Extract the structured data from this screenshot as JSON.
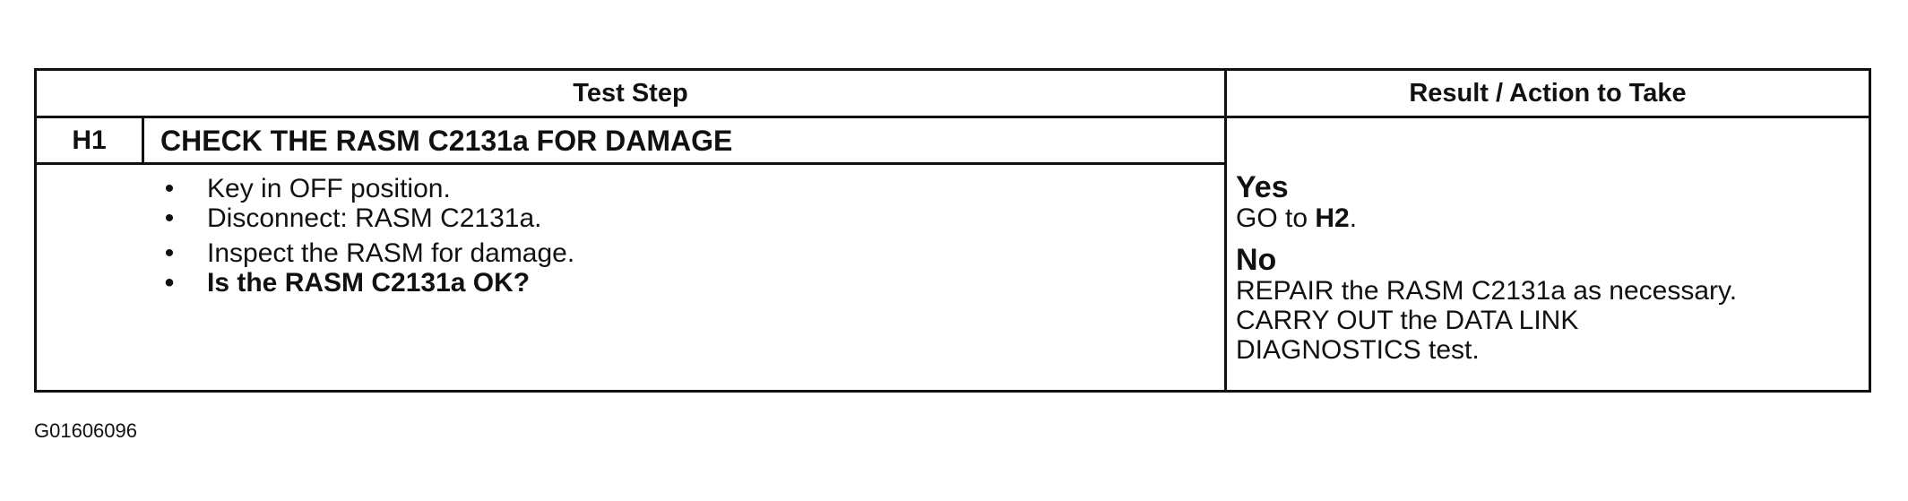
{
  "table": {
    "headers": {
      "test_step": "Test Step",
      "result_action": "Result / Action to Take"
    },
    "step": {
      "id": "H1",
      "title": "CHECK THE RASM C2131a FOR DAMAGE",
      "bullets": [
        "Key in OFF position.",
        "Disconnect: RASM C2131a.",
        "Inspect the RASM for damage.",
        "Is the RASM C2131a OK?"
      ]
    },
    "results": {
      "yes": {
        "label": "Yes",
        "action_prefix": "GO to ",
        "action_ref": "H2",
        "action_suffix": "."
      },
      "no": {
        "label": "No",
        "lines": [
          "REPAIR the RASM C2131a as necessary.",
          "CARRY OUT the DATA LINK",
          "DIAGNOSTICS test."
        ]
      }
    }
  },
  "figure_id": "G01606096",
  "bullet_glyph": "•"
}
